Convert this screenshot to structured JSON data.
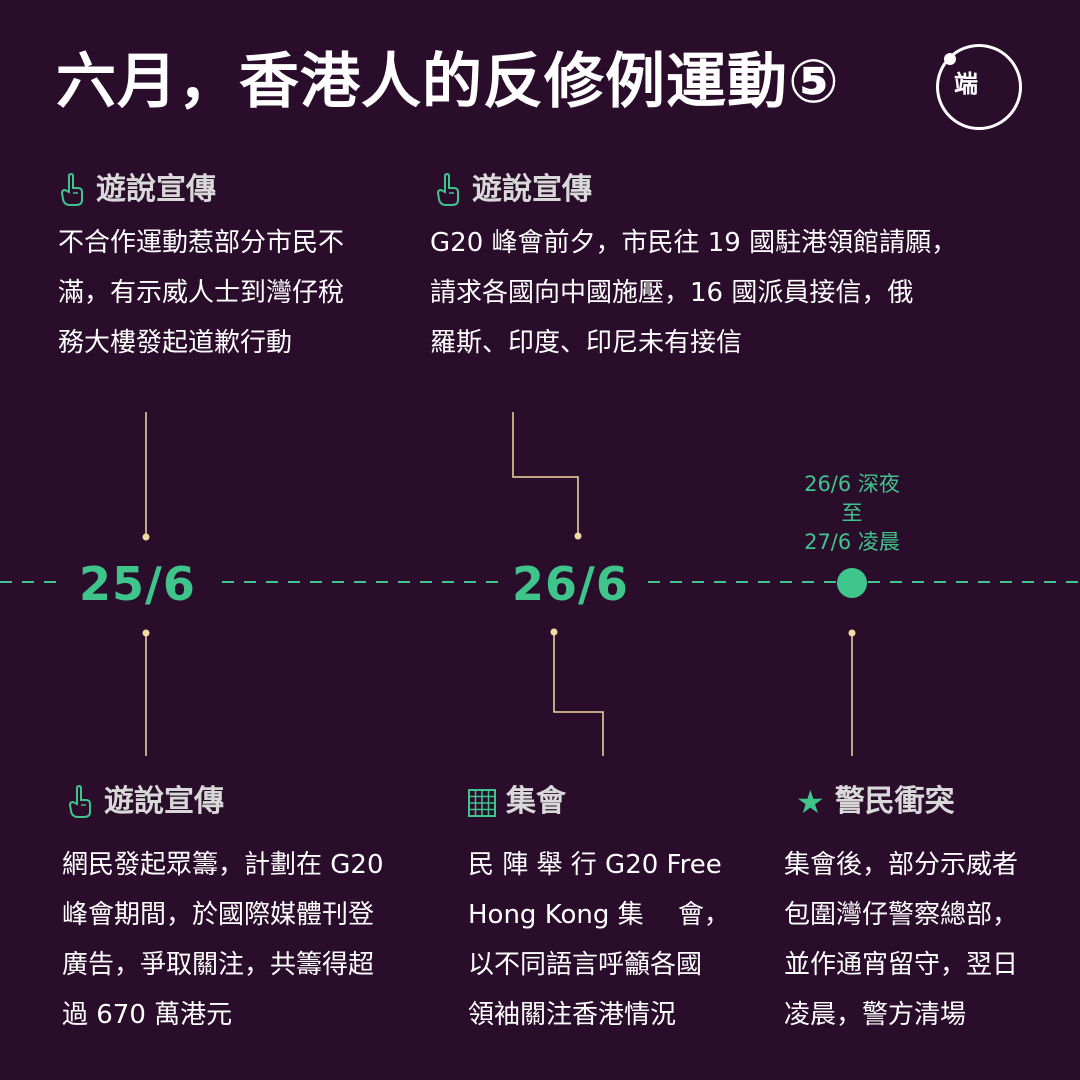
{
  "title": "六月，香港人的反修例運動⑤",
  "logo_text": "端",
  "colors": {
    "background": "#2a0d2a",
    "accent_green": "#3fc48c",
    "connector": "#f3d9a4",
    "heading_gray": "#d9d9d9"
  },
  "top_events": [
    {
      "icon": "hand-pointing-up-icon",
      "heading": "遊說宣傳",
      "lines": [
        "不合作運動惹部分市民不",
        "滿，有示威人士到灣仔稅",
        "務大樓發起道歉行動"
      ]
    },
    {
      "icon": "hand-pointing-up-icon",
      "heading": "遊說宣傳",
      "lines": [
        "G20 峰會前夕，市民往 19 國駐港領館請願，",
        "請求各國向中國施壓，16 國派員接信，俄",
        "羅斯、印度、印尼未有接信"
      ]
    }
  ],
  "timeline": {
    "dates": [
      "25/6",
      "26/6"
    ],
    "night_label": [
      "26/6 深夜",
      "至",
      "27/6 凌晨"
    ]
  },
  "bottom_events": [
    {
      "icon": "hand-pointing-up-icon",
      "heading": "遊說宣傳",
      "lines": [
        "網民發起眾籌，計劃在 G20",
        "峰會期間，於國際媒體刊登",
        "廣告，爭取關注，共籌得超",
        "過 670 萬港元"
      ]
    },
    {
      "icon": "grid-icon",
      "heading": "集會",
      "lines": [
        "民 陣 舉 行 G20 Free",
        "Hong Kong 集　 會，",
        "以不同語言呼籲各國",
        "領袖關注香港情況"
      ]
    },
    {
      "icon": "star-icon",
      "heading": "警民衝突",
      "lines": [
        "集會後，部分示威者",
        "包圍灣仔警察總部，",
        "並作通宵留守，翌日",
        "凌晨，警方清場"
      ]
    }
  ]
}
